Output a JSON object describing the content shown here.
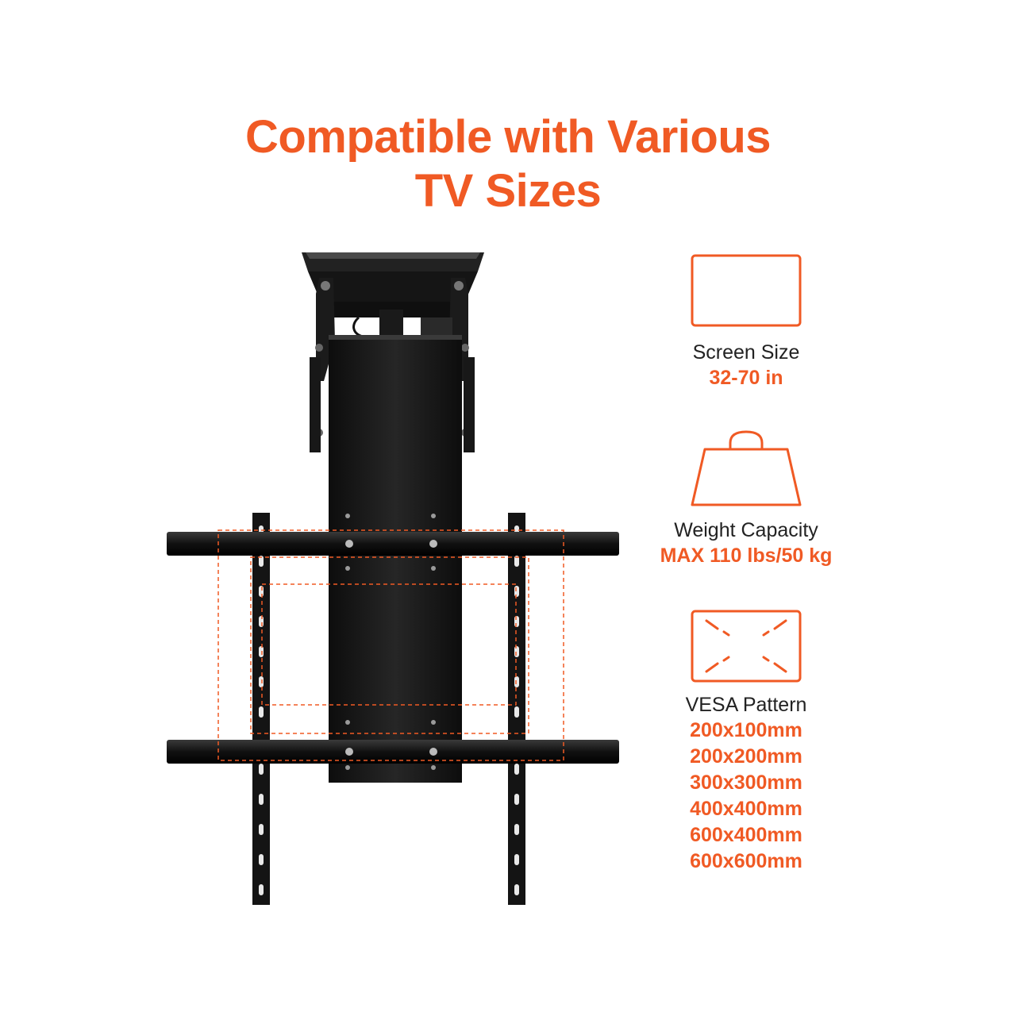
{
  "title": {
    "line1": "Compatible with Various",
    "line2": "TV Sizes"
  },
  "accent_color": "#f05a24",
  "specs": {
    "screen": {
      "icon": "screen-rectangle-icon",
      "label": "Screen Size",
      "value": "32-70 in"
    },
    "weight": {
      "icon": "weight-icon",
      "label": "Weight Capacity",
      "value": "MAX 110 lbs/50 kg"
    },
    "vesa": {
      "icon": "vesa-pattern-icon",
      "label": "VESA Pattern",
      "values": [
        "200x100mm",
        "200x200mm",
        "300x300mm",
        "400x400mm",
        "600x400mm",
        "600x600mm"
      ]
    }
  }
}
